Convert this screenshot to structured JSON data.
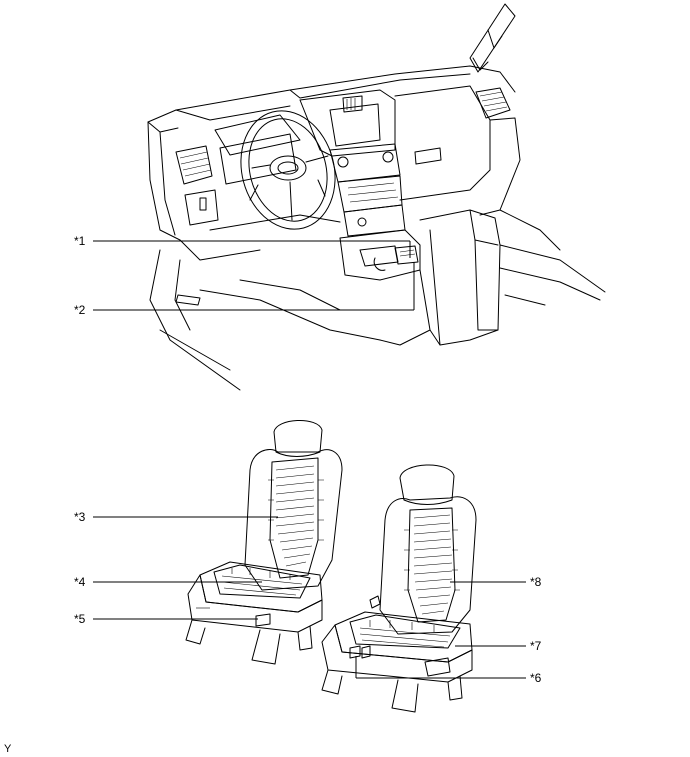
{
  "callouts": {
    "c1": "*1",
    "c2": "*2",
    "c3": "*3",
    "c4": "*4",
    "c5": "*5",
    "c6": "*6",
    "c7": "*7",
    "c8": "*8"
  },
  "footer": {
    "code": "Y"
  }
}
